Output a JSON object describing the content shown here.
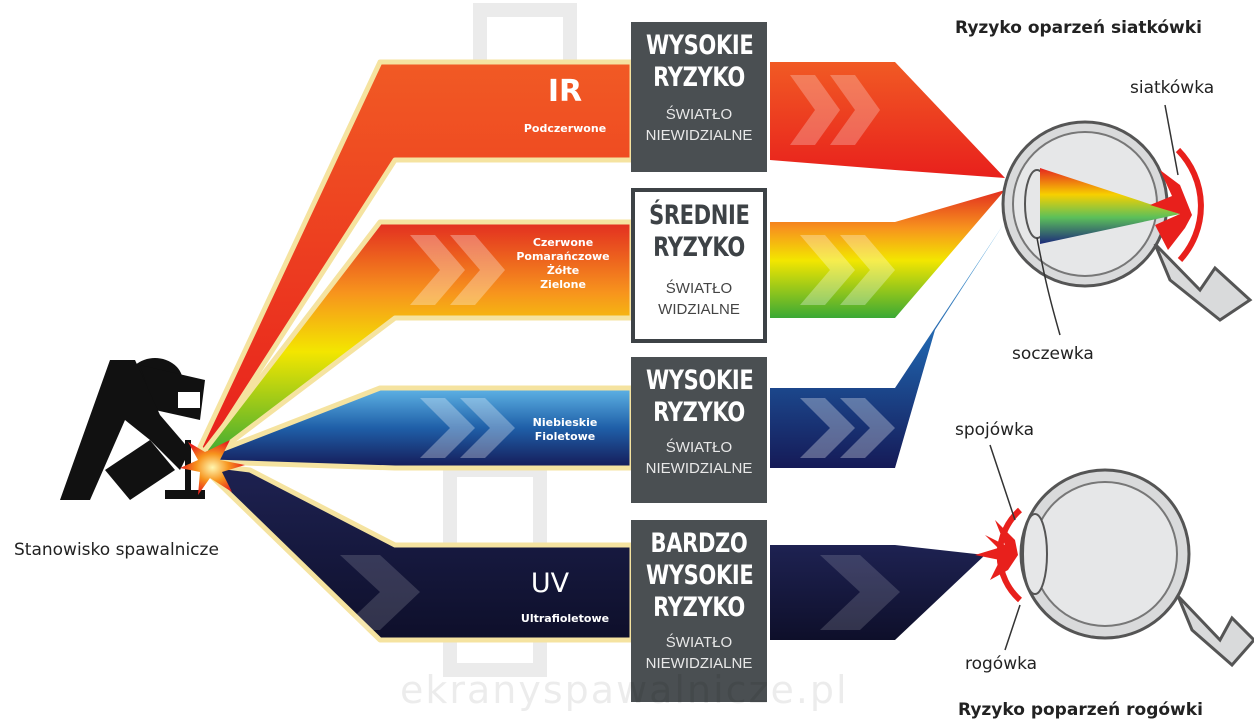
{
  "welder": {
    "label": "Stanowisko spawalnicze"
  },
  "bands": {
    "ir": {
      "name": "IR",
      "desc": "Podczerwone"
    },
    "visible": {
      "lines": [
        "Czerwone",
        "Pomarańczowe",
        "Żółte",
        "Zielone"
      ]
    },
    "blue": {
      "lines": [
        "Niebieskie",
        "Fioletowe"
      ]
    },
    "uv": {
      "name": "UV",
      "desc": "Ultrafioletowe"
    }
  },
  "risk_boxes": [
    {
      "risk_lines": [
        "WYSOKIE",
        "RYZYKO"
      ],
      "category_lines": [
        "ŚWIATŁO",
        "NIEWIDZIALNE"
      ],
      "style": "dark"
    },
    {
      "risk_lines": [
        "ŚREDNIE",
        "RYZYKO"
      ],
      "category_lines": [
        "ŚWIATŁO",
        "WIDZIALNE"
      ],
      "style": "light"
    },
    {
      "risk_lines": [
        "WYSOKIE",
        "RYZYKO"
      ],
      "category_lines": [
        "ŚWIATŁO",
        "NIEWIDZIALNE"
      ],
      "style": "dark"
    },
    {
      "risk_lines": [
        "BARDZO",
        "WYSOKIE",
        "RYZYKO"
      ],
      "category_lines": [
        "ŚWIATŁO",
        "NIEWIDZIALNE"
      ],
      "style": "dark"
    }
  ],
  "eye_top": {
    "title": "Ryzyko oparzeń siatkówki",
    "labels": {
      "retina": "siatkówka",
      "lens": "soczewka"
    }
  },
  "eye_bottom": {
    "title": "Ryzyko poparzeń rogówki",
    "labels": {
      "conjunctiva": "spojówka",
      "cornea": "rogówka"
    }
  },
  "watermark": {
    "text": "ekranyspawalnicze.pl"
  },
  "colors": {
    "ir": "#ee3124",
    "visible_gradient": [
      "#f5a623",
      "#39b54a"
    ],
    "blue": "#1f5fa8",
    "uv": "#16173d",
    "risk_box_dark": "#4a4f52",
    "band_border": "#f5e3a0"
  }
}
